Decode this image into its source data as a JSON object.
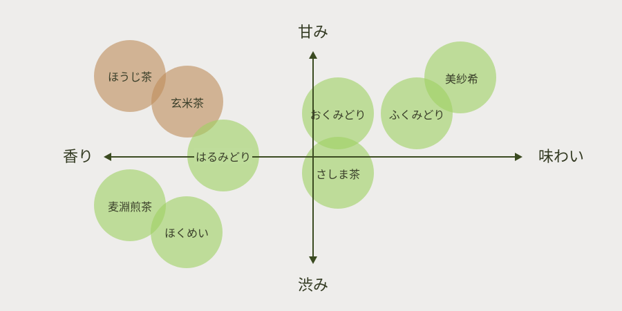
{
  "axes": {
    "top": "甘み",
    "bottom": "渋み",
    "left": "香り",
    "right": "味わい"
  },
  "teas": [
    {
      "name": "ほうじ茶",
      "color": "brown"
    },
    {
      "name": "玄米茶",
      "color": "brown"
    },
    {
      "name": "はるみどり",
      "color": "green"
    },
    {
      "name": "麦淵煎茶",
      "color": "green"
    },
    {
      "name": "ほくめい",
      "color": "green"
    },
    {
      "name": "おくみどり",
      "color": "green"
    },
    {
      "name": "さしま茶",
      "color": "green"
    },
    {
      "name": "ふくみどり",
      "color": "green"
    },
    {
      "name": "美紗希",
      "color": "green"
    }
  ],
  "colors": {
    "green": "#9ed062",
    "brown": "#be8c5a",
    "axis": "#3a4a20",
    "background": "#eeedeb"
  }
}
